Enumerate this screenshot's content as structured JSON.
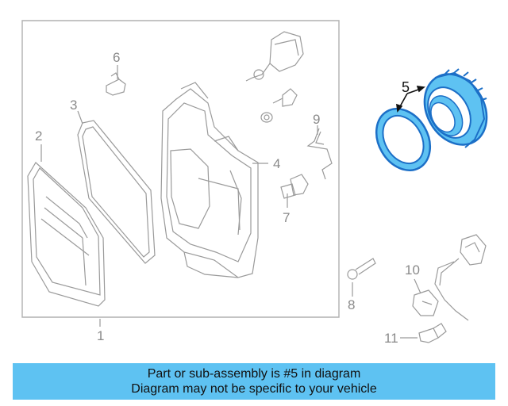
{
  "diagram": {
    "callouts": [
      "1",
      "2",
      "3",
      "4",
      "5",
      "6",
      "7",
      "8",
      "9",
      "10",
      "11"
    ],
    "highlighted_part": "5",
    "highlight_color": "#1c6fc7",
    "highlight_fill": "#5ec2f2",
    "line_color": "#9a9a9a"
  },
  "banner": {
    "line1": "Part or sub-assembly is #5 in diagram",
    "line2": "Diagram may not be specific to your vehicle",
    "background": "#5ec2f2"
  }
}
